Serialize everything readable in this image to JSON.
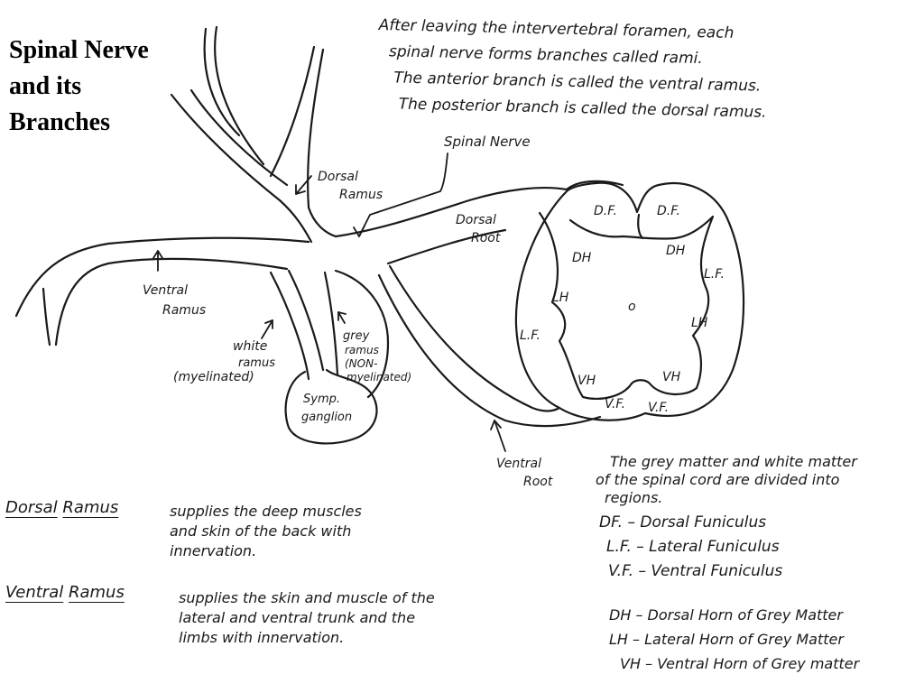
{
  "title_lines": [
    "Spinal Nerve",
    "and its",
    "Branches"
  ],
  "intro_lines": [
    "After leaving the intervertebral foramen, each",
    "spinal nerve forms branches called rami.",
    "The anterior branch is called the ventral ramus.",
    "The posterior branch is called the dorsal ramus."
  ],
  "labels": {
    "spinal_nerve": "Spinal Nerve",
    "dorsal_ramus": [
      "Dorsal",
      "Ramus"
    ],
    "dorsal_root": [
      "Dorsal",
      "Root"
    ],
    "ventral_ramus": [
      "Ventral",
      "Ramus"
    ],
    "white_ramus": [
      "white",
      "ramus",
      "(myelinated)"
    ],
    "grey_ramus": [
      "grey",
      "ramus",
      "(NON-",
      "myelinated)"
    ],
    "symp_ganglion": [
      "Symp.",
      "ganglion"
    ],
    "ventral_root": [
      "Ventral",
      "Root"
    ]
  },
  "cord_labels": {
    "df_left": "D.F.",
    "df_right": "D.F.",
    "dh_left": "DH",
    "dh_right": "DH",
    "lf_left": "L.F.",
    "lf_right": "L.F.",
    "lh_left": "LH",
    "lh_right": "LH",
    "vh_left": "VH",
    "vh_right": "VH",
    "vf_left": "V.F.",
    "vf_right": "V.F.",
    "canal": "o"
  },
  "regions_lines": [
    "The grey matter and white matter",
    "of the spinal cord are divided into",
    "regions."
  ],
  "abbreviations": [
    "DF. – Dorsal Funiculus",
    "L.F. – Lateral Funiculus",
    "V.F. – Ventral Funiculus"
  ],
  "horn_abbreviations": [
    "DH – Dorsal Horn of Grey Matter",
    "LH – Lateral Horn of Grey Matter",
    "VH – Ventral Horn of Grey matter"
  ],
  "definitions": {
    "dorsal": {
      "term_words": [
        "Dorsal",
        "Ramus"
      ],
      "lines": [
        "supplies the deep muscles",
        "and skin of the back with",
        "innervation."
      ]
    },
    "ventral": {
      "term_words": [
        "Ventral",
        "Ramus"
      ],
      "lines": [
        "supplies the skin and muscle of the",
        "lateral and ventral trunk and the",
        "limbs with innervation."
      ]
    }
  }
}
